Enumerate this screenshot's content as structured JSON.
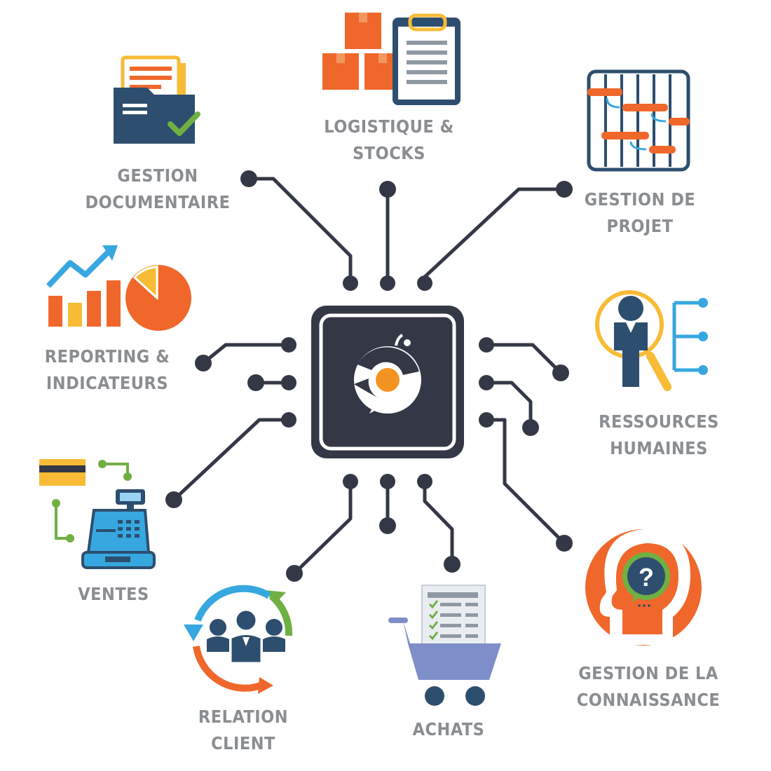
{
  "colors": {
    "line": "#343846",
    "chip": "#343846",
    "accent_orange": "#f0672b",
    "logo_dot": "#f39422",
    "label": "#8a8d91",
    "navy": "#2d4e6e",
    "yellow": "#f8bb35",
    "light_blue": "#37a7e0",
    "green": "#6fb043",
    "purple": "#7e8ec8"
  },
  "hub": {
    "icon": "orange-chip-logo-icon"
  },
  "modules": [
    {
      "id": "gestion-documentaire",
      "line1": "GESTION",
      "line2": "DOCUMENTAIRE",
      "icon": "document-folder-icon"
    },
    {
      "id": "logistique-stocks",
      "line1": "LOGISTIQUE &",
      "line2": "STOCKS",
      "icon": "boxes-clipboard-icon"
    },
    {
      "id": "gestion-de-projet",
      "line1": "GESTION DE",
      "line2": "PROJET",
      "icon": "gantt-chart-icon"
    },
    {
      "id": "reporting-indicateurs",
      "line1": "REPORTING &",
      "line2": "INDICATEURS",
      "icon": "bar-pie-chart-icon"
    },
    {
      "id": "ressources-humaines",
      "line1": "RESSOURCES",
      "line2": "HUMAINES",
      "icon": "person-magnifier-icon"
    },
    {
      "id": "ventes",
      "line1": "VENTES",
      "line2": "",
      "icon": "cash-register-icon"
    },
    {
      "id": "gestion-connaissance",
      "line1": "GESTION DE LA",
      "line2": "CONNAISSANCE",
      "icon": "head-question-icon"
    },
    {
      "id": "relation-client",
      "line1": "RELATION",
      "line2": "CLIENT",
      "icon": "people-cycle-icon"
    },
    {
      "id": "achats",
      "line1": "ACHATS",
      "line2": "",
      "icon": "shopping-cart-icon"
    }
  ]
}
